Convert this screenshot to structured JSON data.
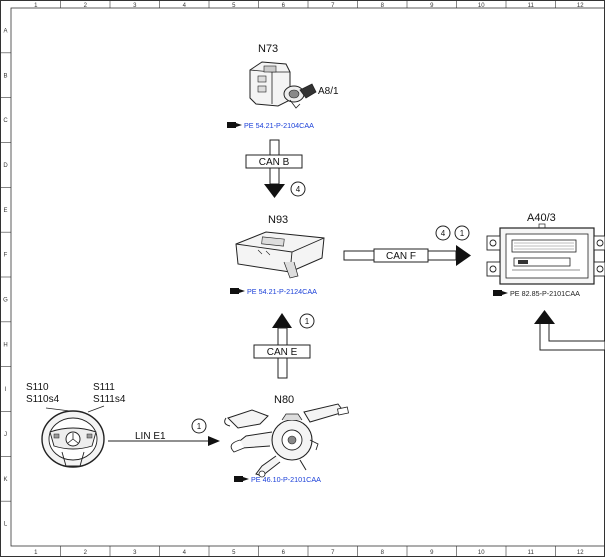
{
  "grid": {
    "cols": [
      "1",
      "2",
      "3",
      "4",
      "5",
      "6",
      "7",
      "8",
      "9",
      "10",
      "11",
      "12"
    ],
    "rows": [
      "A",
      "B",
      "C",
      "D",
      "E",
      "F",
      "G",
      "H",
      "I",
      "J",
      "K",
      "L"
    ]
  },
  "components": {
    "n73": {
      "label": "N73",
      "sublabel": "A8/1",
      "ref": "PE 54.21-P-2104CAA"
    },
    "n93": {
      "label": "N93",
      "ref": "PE 54.21-P-2124CAA"
    },
    "n80": {
      "label": "N80",
      "ref": "PE 46.10-P-2101CAA"
    },
    "a40": {
      "label": "A40/3",
      "ref": "PE 82.85-P-2101CAA"
    },
    "wheel": {
      "s110": "S110",
      "s110s4": "S110s4",
      "s111": "S111",
      "s111s4": "S111s4"
    }
  },
  "buses": {
    "can_b": "CAN B",
    "can_f": "CAN F",
    "can_e": "CAN E",
    "lin_e1": "LIN E1"
  },
  "markers": {
    "can_b_step": "4",
    "can_f_step_a": "4",
    "can_f_step_b": "1",
    "can_e_step": "1",
    "lin_step": "1"
  }
}
